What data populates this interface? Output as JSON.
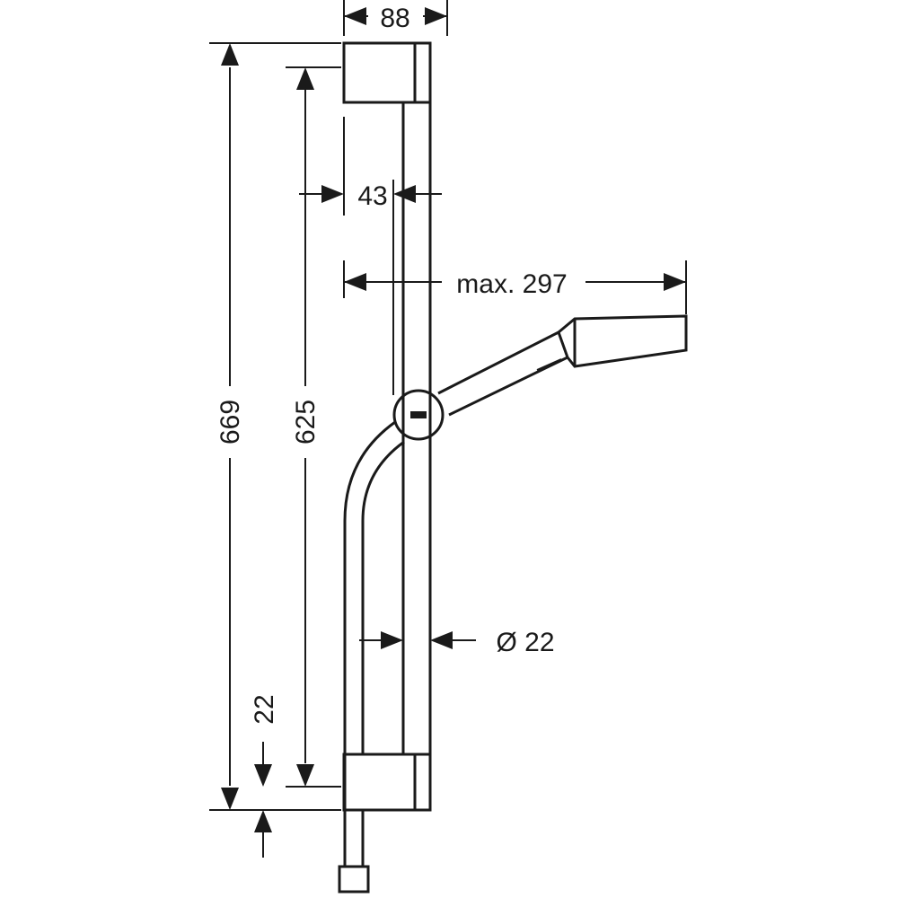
{
  "dimensions": {
    "width_top": "88",
    "bar_offset": "43",
    "max_reach": "max. 297",
    "overall_height": "669",
    "bar_height": "625",
    "bottom_offset": "22",
    "bar_diameter": "Ø 22"
  },
  "colors": {
    "line": "#1a1a1a",
    "background": "#ffffff"
  }
}
